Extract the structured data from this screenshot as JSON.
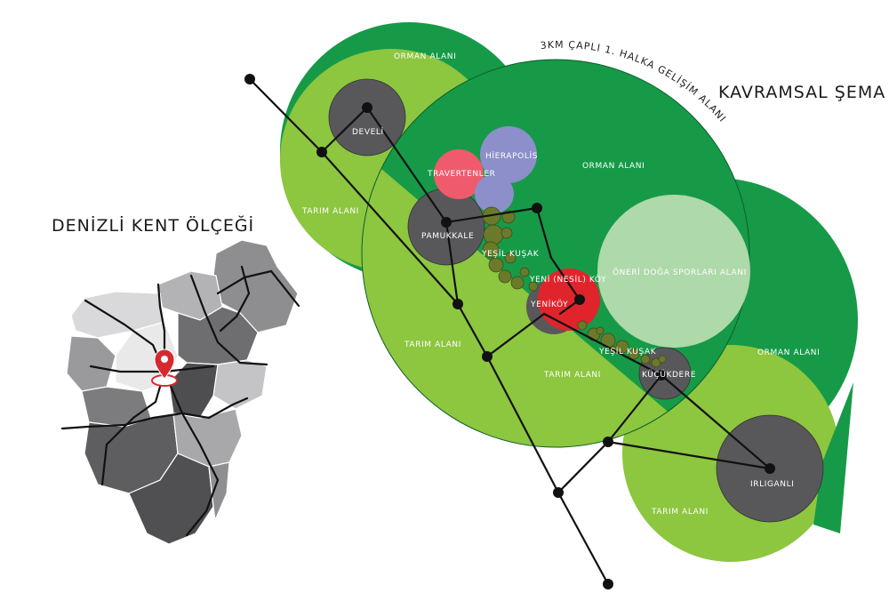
{
  "titles": {
    "left": "DENİZLİ KENT ÖLÇEĞİ",
    "right": "KAVRAMSAL ŞEMA",
    "ring": "3KM ÇAPLI 1. HALKA GELİŞİM ALANI"
  },
  "zones": {
    "orman_top": "ORMAN ALANI",
    "orman_mid": "ORMAN ALANI",
    "orman_right": "ORMAN ALANI",
    "tarim_left": "TARIM ALANI",
    "tarim_mid": "TARIM ALANI",
    "tarim_center": "TARIM ALANI",
    "tarim_bottom": "TARIM ALANI"
  },
  "places": {
    "develi": "DEVELİ",
    "pamukkale": "PAMUKKALE",
    "hierapolis": "HİERAPOLİS",
    "travertenler": "TRAVERTENLER",
    "yesil_kusak_1": "YEŞİL KUŞAK",
    "yesil_kusak_2": "YEŞİL KUŞAK",
    "yeni_nesil_koy": "YENİ (NESİL) KÖY",
    "yenikoy": "YENİKÖY",
    "kucukdere": "KÜÇÜKDERE",
    "irliganli": "IRLIGANLI",
    "oneri": "ÖNERİ DOĞA SPORLARI ALANI"
  },
  "colors": {
    "forest": "#169a48",
    "agri": "#8dc63f",
    "settlement": "#58585b",
    "travertine": "#ef5b6d",
    "hierapolis": "#8c8fc9",
    "new_village": "#e0242b",
    "proposal": "#bfe0b5",
    "green_belt": "#6a7a2a",
    "road": "#111111",
    "pin": "#d42a2f"
  },
  "icons": {
    "location": "location-pin-icon"
  }
}
